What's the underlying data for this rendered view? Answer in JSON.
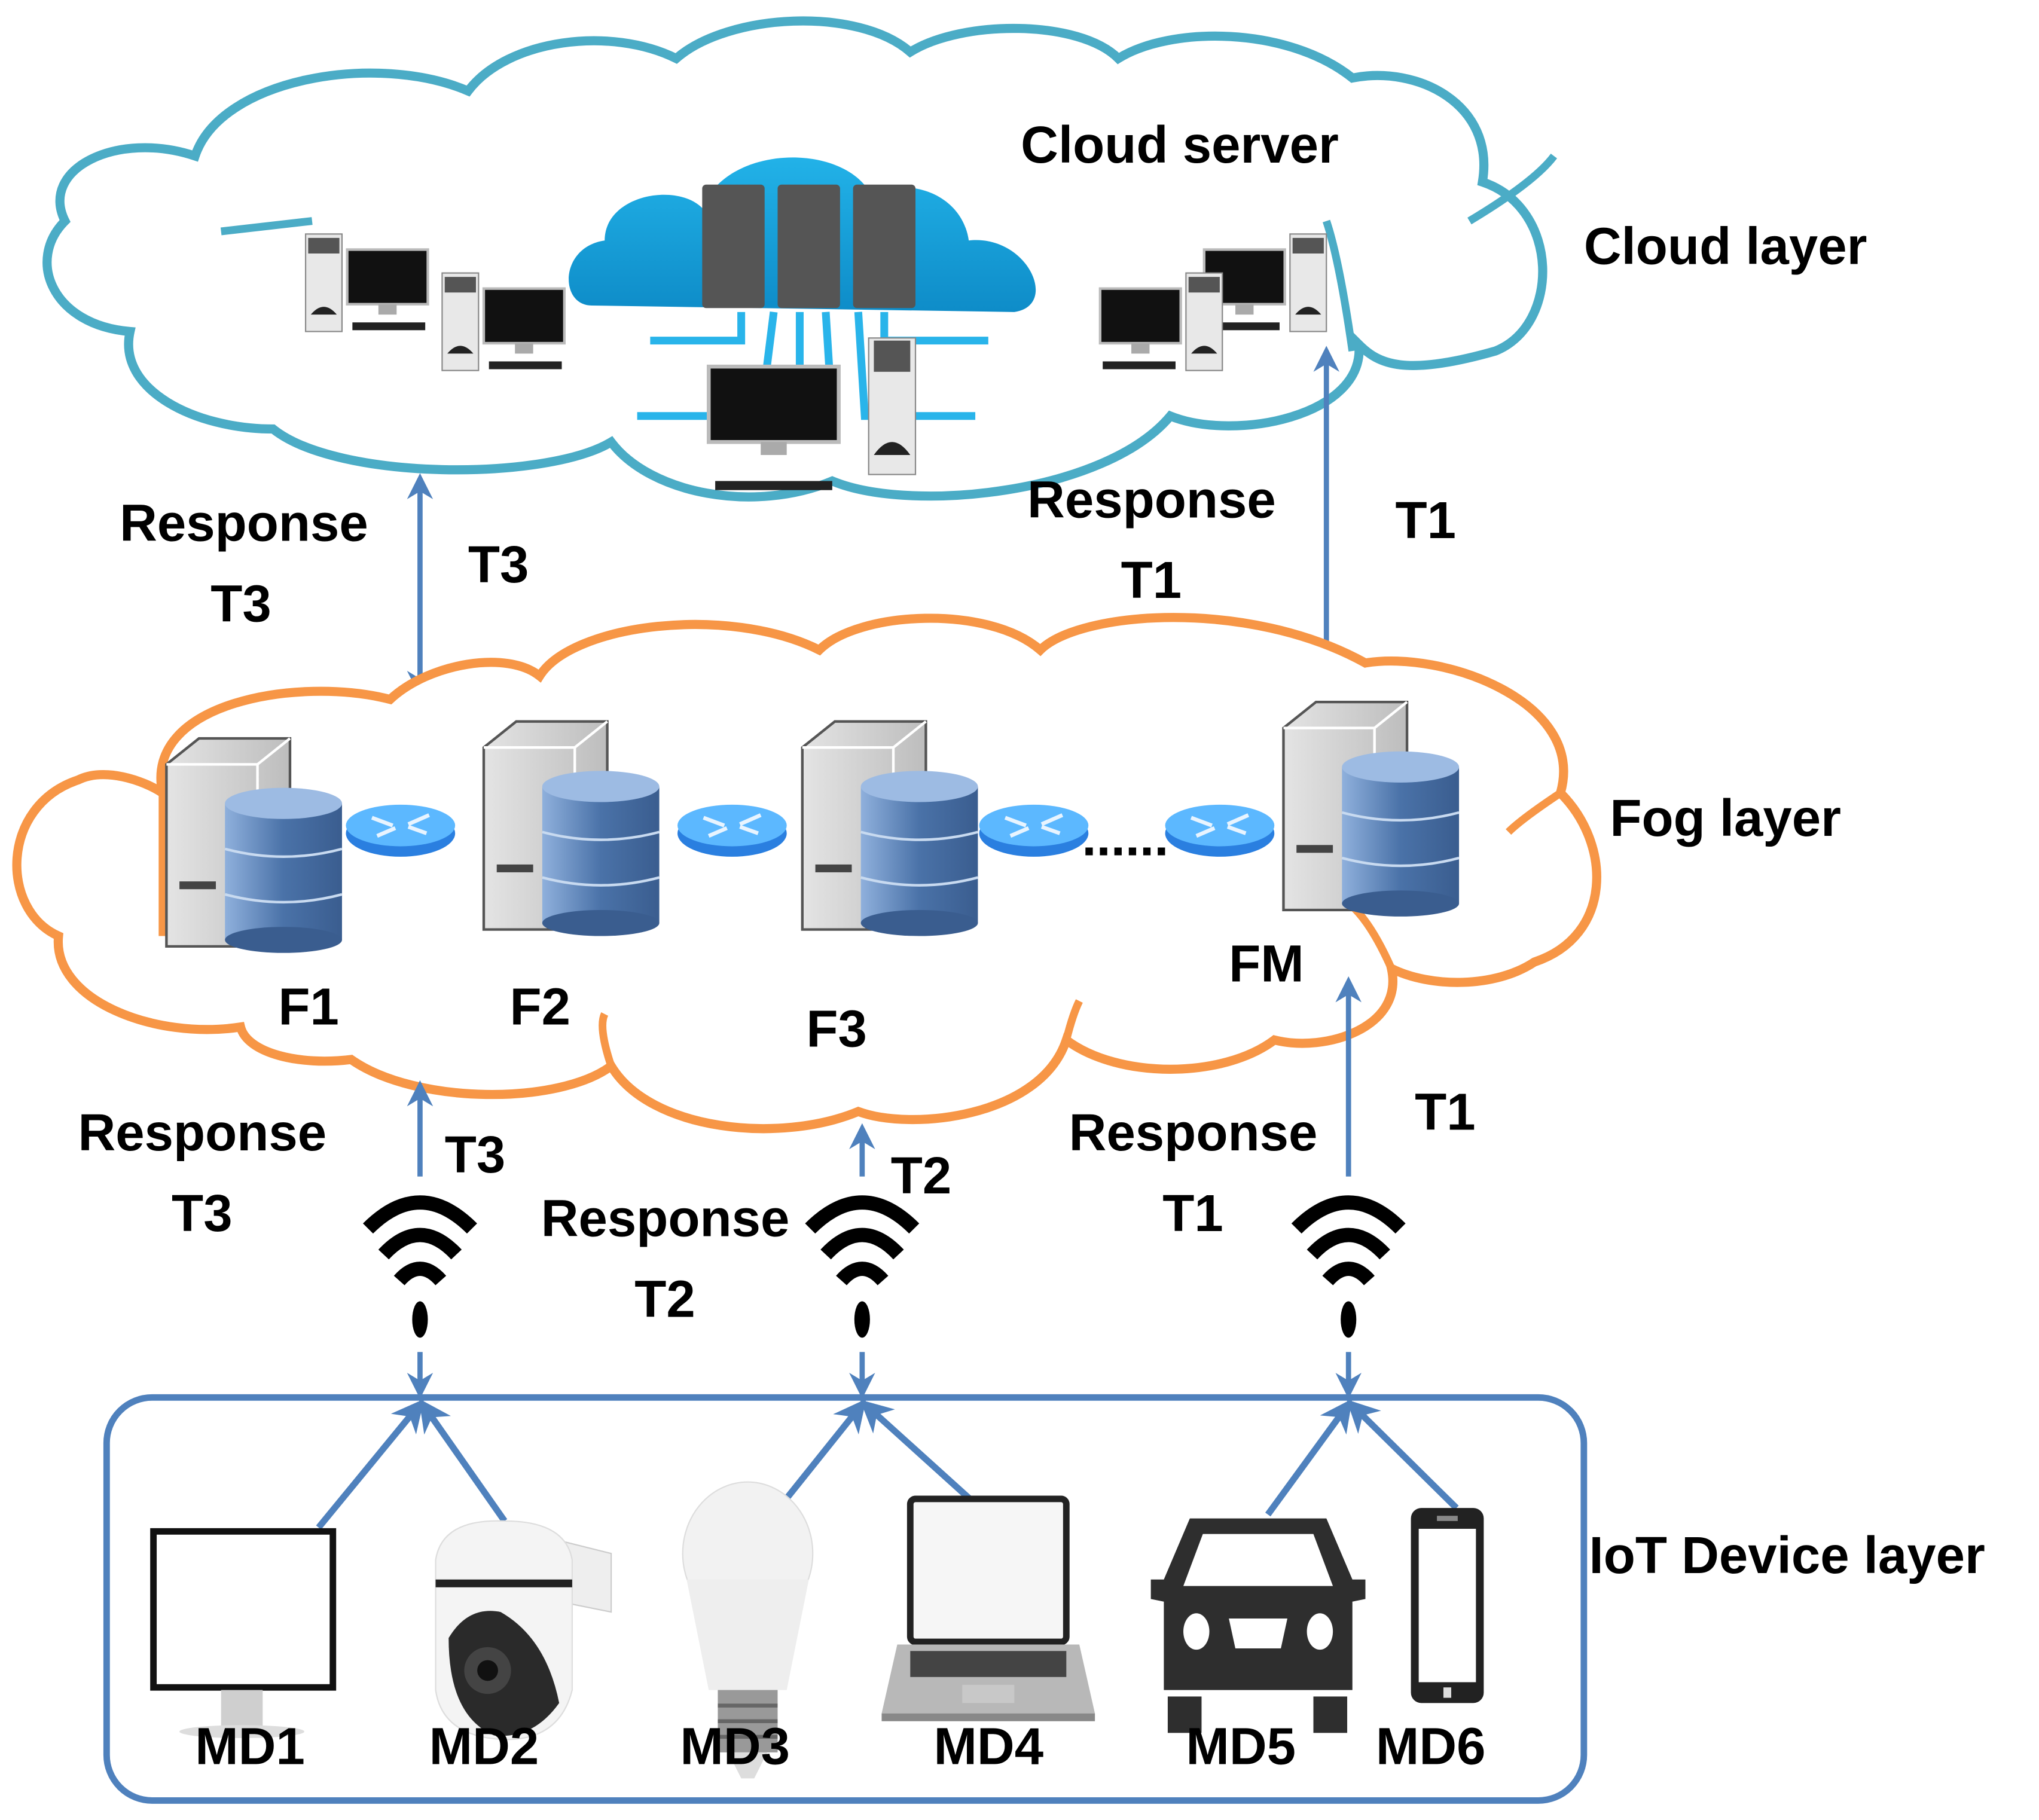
{
  "colors": {
    "cloud_outline": "#4bacc6",
    "fog_outline": "#f79646",
    "arrow": "#4f81bd",
    "device_box": "#4f81bd",
    "cloud_icon": "#1aa3dc",
    "server_dark": "#555555",
    "database": "#4a72a8",
    "router": "#3d9cf0"
  },
  "cloud_layer": {
    "title": "Cloud layer",
    "server_label": "Cloud server"
  },
  "fog_layer": {
    "title": "Fog layer",
    "nodes": [
      {
        "label": "F1"
      },
      {
        "label": "F2"
      },
      {
        "label": "F3"
      },
      {
        "label": "FM"
      }
    ],
    "ellipsis": "......"
  },
  "iot_layer": {
    "title": "IoT Device layer",
    "devices": [
      {
        "label": "MD1",
        "icon": "monitor-icon"
      },
      {
        "label": "MD2",
        "icon": "security-camera-icon"
      },
      {
        "label": "MD3",
        "icon": "light-bulb-icon"
      },
      {
        "label": "MD4",
        "icon": "laptop-icon"
      },
      {
        "label": "MD5",
        "icon": "car-icon"
      },
      {
        "label": "MD6",
        "icon": "smartphone-icon"
      }
    ]
  },
  "links": {
    "cloud_f1": {
      "response": "Response",
      "response_task": "T3",
      "task": "T3"
    },
    "cloud_fm": {
      "response": "Response",
      "response_task": "T1",
      "task": "T1"
    },
    "fog_left": {
      "response": "Response",
      "response_task": "T3",
      "task": "T3"
    },
    "fog_mid": {
      "response": "Response",
      "response_task": "T2",
      "task": "T2"
    },
    "fog_right": {
      "response": "Response",
      "response_task": "T1",
      "task": "T1"
    }
  }
}
